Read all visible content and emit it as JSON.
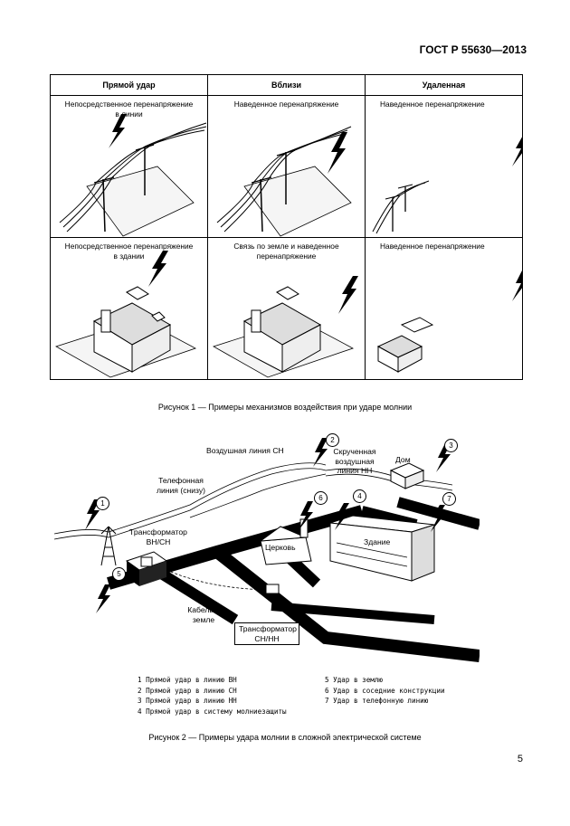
{
  "header": {
    "standard": "ГОСТ Р 55630—2013"
  },
  "figure1": {
    "columns": [
      "Прямой удар",
      "Вблизи",
      "Удаленная"
    ],
    "row1": [
      "Непосредственное перенапряжение в линии",
      "Наведенное перенапряжение",
      "Наведенное перенапряжение"
    ],
    "row2": [
      "Непосредственное перенапряжение в здании",
      "Связь по земле и наведенное перенапряжение",
      "Наведенное перенапряжение"
    ],
    "caption": "Рисунок 1 — Примеры механизмов воздействия при ударе молнии"
  },
  "figure2": {
    "labels": {
      "overhead_mv": "Воздушная линия СН",
      "twisted_lv": "Скрученная воздушная линия НН",
      "house": "Дом",
      "phone_line": "Телефонная линия (снизу)",
      "transformer_hv_mv": "Трансформатор ВН/СН",
      "church": "Церковь",
      "building": "Здание",
      "cable": "Кабель в земле",
      "transformer_mv_lv": "Трансформатор СН/НН"
    },
    "markers": [
      "1",
      "2",
      "3",
      "4",
      "5",
      "6",
      "7"
    ],
    "legend_left": [
      "1 Прямой удар в линию ВН",
      "2 Прямой удар в линию СН",
      "3 Прямой удар в линию НН",
      "4 Прямой удар в систему молниезащиты"
    ],
    "legend_right": [
      "5 Удар в землю",
      "6 Удар в соседние конструкции",
      "7 Удар в телефонную линию"
    ],
    "caption": "Рисунок 2 — Примеры удара молнии в сложной электрической системе"
  },
  "page": {
    "number": "5"
  }
}
